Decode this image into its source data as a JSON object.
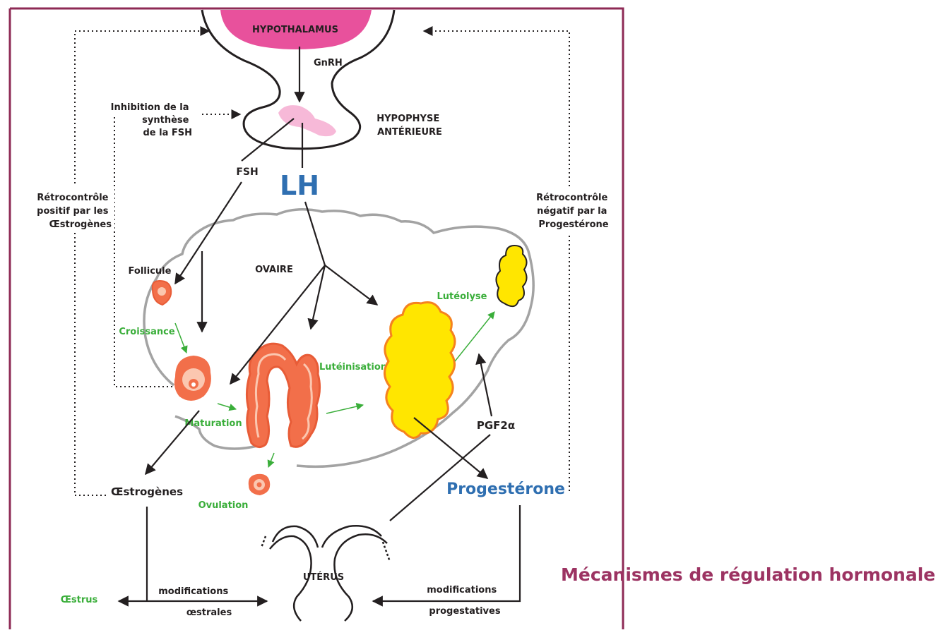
{
  "caption": "Mécanismes de régulation hormonale",
  "labels": {
    "hypothalamus": "HYPOTHALAMUS",
    "gnrh": "GnRH",
    "inhibition": [
      "Inhibition de la",
      "synthèse",
      "de la FSH"
    ],
    "hypophyse": [
      "HYPOPHYSE",
      "ANTÉRIEURE"
    ],
    "fsh": "FSH",
    "lh": "LH",
    "retro_positif": [
      "Rétrocontrôle",
      "positif par les",
      "Œstrogènes"
    ],
    "retro_negatif": [
      "Rétrocontrôle",
      "négatif par la",
      "Progestérone"
    ],
    "ovaire": "OVAIRE",
    "follicule": "Follicule",
    "croissance": "Croissance",
    "maturation": "Maturation",
    "luteinisation": "Lutéinisation",
    "luteolyse": "Lutéolyse",
    "ovulation": "Ovulation",
    "pgf2a": "PGF2α",
    "oestrogenes": "Œstrogènes",
    "progesterone": "Progestérone",
    "uterus": "UTÉRUS",
    "oestrus": "Œstrus",
    "modif_oestrales": [
      "modifications",
      "œstrales"
    ],
    "modif_progestatives": [
      "modifications",
      "progestatives"
    ]
  },
  "colors": {
    "frame": "#8e2a55",
    "caption": "#9c3362",
    "hypothalamus_fill": "#e8519c",
    "hypophyse_fill": "#f7b9d8",
    "follicle_fill": "#f26f4a",
    "follicle_inner": "#fbc7b0",
    "corpus_fill": "#ffe600",
    "corpus_edge": "#f5821f",
    "green_text": "#3aae3a",
    "blue_text": "#2f6fb1",
    "ovary_outline": "#a3a3a3"
  }
}
